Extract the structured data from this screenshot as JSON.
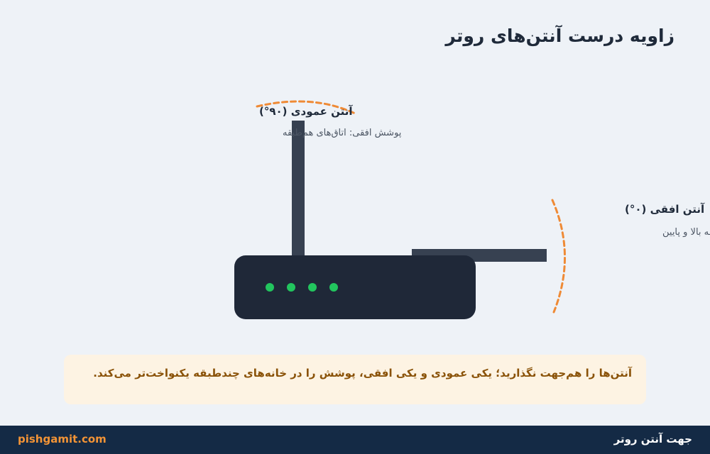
{
  "page": {
    "title": "زاویه درست آنتن‌های روتر"
  },
  "antennas": {
    "vertical": {
      "title": "آنتن عمودی (۹۰°)",
      "subtitle": "پوشش افقی: اتاق‌های هم‌طبقه"
    },
    "horizontal": {
      "title": "آنتن افقی (۰°)",
      "subtitle": "پوشش عمودی: طبقه بالا و پایین"
    }
  },
  "router": {
    "led_count": 4
  },
  "tip": {
    "text": "آنتن‌ها را هم‌جهت نگذارید؛ یکی عمودی و یکی افقی، پوشش را در خانه‌های چندطبقه یکنواخت‌تر می‌کند."
  },
  "footer": {
    "title": "جهت آنتن روتر",
    "site": "pishgamit.com"
  },
  "colors": {
    "background": "#eef2f7",
    "router_body": "#1f2838",
    "antenna": "#374151",
    "led": "#22c55e",
    "signal_arc": "#ef8a35",
    "tip_background": "#fdf3e3",
    "tip_text": "#8a5208",
    "footer_background": "#142a45",
    "footer_site": "#f39436"
  }
}
